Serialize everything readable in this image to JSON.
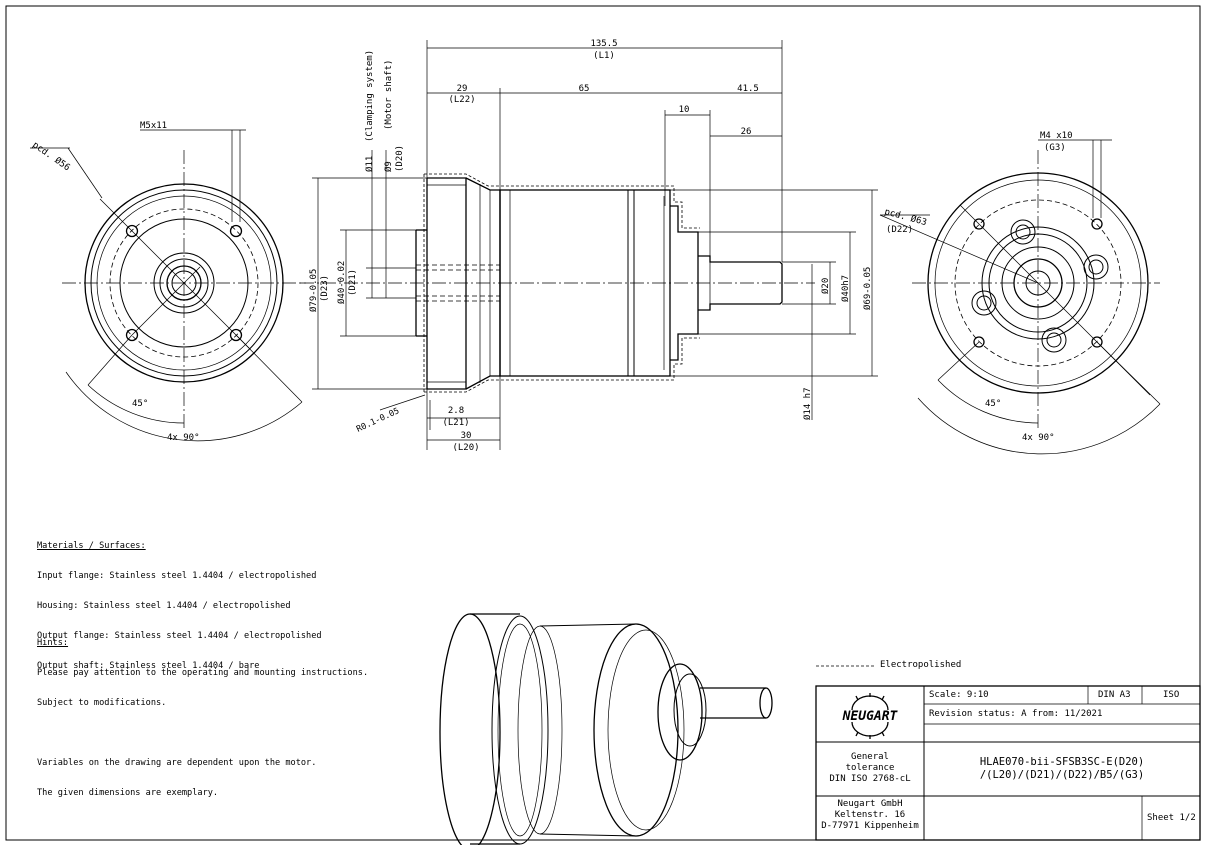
{
  "dims": {
    "overall_len": "135.5",
    "overall_len_var": "(L1)",
    "input_len": "29",
    "input_len_var": "(L22)",
    "housing_len": "65",
    "shaft_total": "41.5",
    "step_len": "10",
    "shaft_len": "26",
    "clamp_dia": "Ø11",
    "clamp_label": "(Clamping system)",
    "motor_shaft_dia": "Ø9",
    "motor_shaft_var": "(D20)",
    "motor_shaft_label": "(Motor shaft)",
    "flange_dia": "Ø79-0.05",
    "flange_var": "(D23)",
    "centering_dia": "Ø40-0.02",
    "centering_var": "(D21)",
    "shaft_dia": "Ø20",
    "spigot_dia": "Ø40h7",
    "housing_dia": "Ø69-0.05",
    "shaft_end_dia": "Ø14 h7",
    "flange_thk": "2.8",
    "flange_thk_var": "(L21)",
    "spigot_len": "30",
    "spigot_len_var": "(L20)",
    "radius": "R0.1-0.05",
    "left_thread": "M5x11",
    "left_pcd": "pcd. Ø56",
    "left_angle": "45°",
    "left_spacing": "4x 90°",
    "right_thread": "M4 x10",
    "right_thread_var": "(G3)",
    "right_pcd": "pcd. Ø63",
    "right_pcd_var": "(D22)",
    "right_angle": "45°",
    "right_spacing": "4x 90°"
  },
  "notes": {
    "materials_heading": "Materials / Surfaces:",
    "materials": [
      "Input flange: Stainless steel 1.4404 / electropolished",
      "Housing: Stainless steel 1.4404 / electropolished",
      "Output flange: Stainless steel 1.4404 / electropolished",
      "Output shaft: Stainless steel 1.4404 / bare"
    ],
    "hints_heading": "Hints:",
    "hints": [
      "Please pay attention to the operating and mounting instructions.",
      "Subject to modifications.",
      "",
      "Variables on the drawing are dependent upon the motor.",
      "The given dimensions are exemplary."
    ]
  },
  "legend": {
    "electropolished": "Electropolished"
  },
  "title_block": {
    "logo": "NEUGART",
    "scale": "Scale: 9:10",
    "format": "DIN A3",
    "standard": "ISO",
    "revision": "Revision status: A   from: 11/2021",
    "tolerance_1": "General",
    "tolerance_2": "tolerance",
    "tolerance_3": "DIN ISO 2768-cL",
    "part_1": "HLAE070-bii-SFSB3SC-E(D20)",
    "part_2": "/(L20)/(D21)/(D22)/B5/(G3)",
    "company_1": "Neugart GmbH",
    "company_2": "Keltenstr. 16",
    "company_3": "D-77971 Kippenheim",
    "sheet": "Sheet 1/2"
  }
}
